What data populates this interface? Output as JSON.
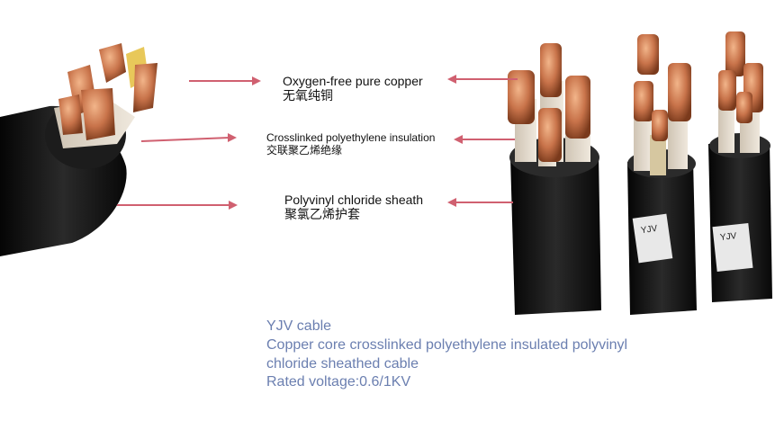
{
  "labels": {
    "copper": {
      "en": "Oxygen-free pure copper",
      "zh": "无氧纯铜"
    },
    "insulation": {
      "en": "Crosslinked polyethylene insulation",
      "zh": "交联聚乙烯绝缘"
    },
    "sheath": {
      "en": "Polyvinyl chloride sheath",
      "zh": "聚氯乙烯护套"
    }
  },
  "description": {
    "line1": "YJV cable",
    "line2": "Copper core crosslinked polyethylene insulated polyvinyl",
    "line3": "chloride sheathed cable",
    "line4": "Rated voltage:0.6/1KV"
  },
  "cable_print": {
    "left": "YJV",
    "right": "YJV"
  },
  "colors": {
    "arrow": "#d06070",
    "sheath": "#1a1a1a",
    "copper": "#c8734a",
    "insulation": "#d9d0c4",
    "description_text": "#6b7fb0"
  }
}
